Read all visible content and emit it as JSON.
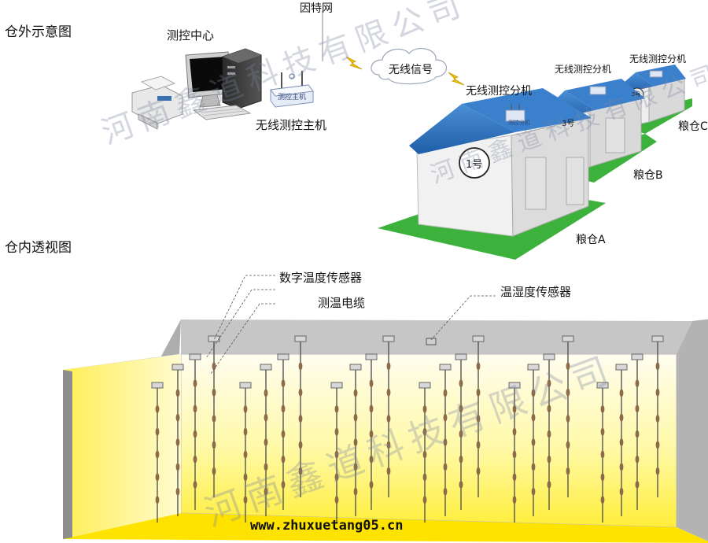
{
  "titles": {
    "outside": "仓外示意图",
    "inside": "仓内透视图"
  },
  "outside": {
    "control_center": "测控中心",
    "internet": "因特网",
    "wireless_signal": "无线信号",
    "host": "无线测控主机",
    "host_box": "测控主机",
    "node": "无线测控分机",
    "node_box": "测控分机",
    "barn_numbers": [
      "1号",
      "3号",
      "5号"
    ],
    "barns": [
      "粮仓A",
      "粮仓B",
      "粮仓C"
    ]
  },
  "inside": {
    "digital_sensor": "数字温度传感器",
    "cable": "测温电缆",
    "humidity_sensor": "温湿度传感器"
  },
  "watermark": "河南鑫道科技有限公司",
  "url": "www.zhuxuetang05.cn",
  "colors": {
    "roof": "#2e73bf",
    "grass": "#3cb23c",
    "wall": "#eeeeee",
    "floor": "#fff799",
    "frame": "#8a8a8a"
  },
  "icons": [
    "printer-icon",
    "monitor-icon",
    "computer-tower-icon",
    "keyboard-icon",
    "router-icon",
    "lightning-icon",
    "cloud-icon",
    "antenna-icon"
  ]
}
